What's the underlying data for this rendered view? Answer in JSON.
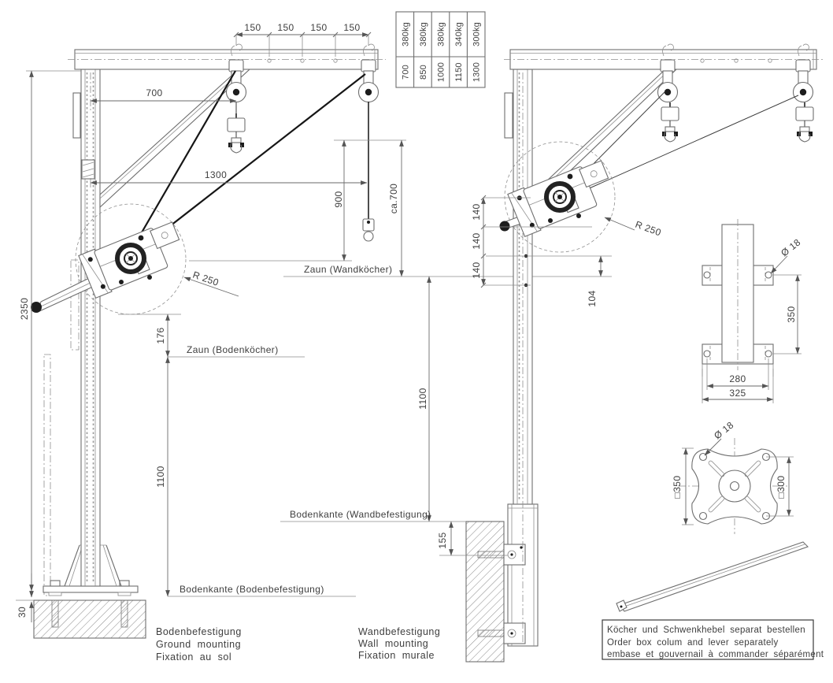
{
  "drawing": {
    "load_table": {
      "columns": [
        {
          "reach": "700",
          "capacity": "380kg"
        },
        {
          "reach": "850",
          "capacity": "380kg"
        },
        {
          "reach": "1000",
          "capacity": "380kg"
        },
        {
          "reach": "1150",
          "capacity": "340kg"
        },
        {
          "reach": "1300",
          "capacity": "300kg"
        }
      ]
    },
    "left_view": {
      "dims": {
        "s150": [
          "150",
          "150",
          "150",
          "150"
        ],
        "d700": "700",
        "d1300": "1300",
        "d900": "900",
        "ca700": "ca.700",
        "d2350": "2350",
        "d176": "176",
        "d1100": "1100",
        "d30": "30",
        "r250": "R 250"
      },
      "labels": {
        "zaun_wand": "Zaun (Wandköcher)",
        "zaun_boden": "Zaun (Bodenköcher)",
        "kante": "Bodenkante (Bodenbefestigung)",
        "caption": [
          "Bodenbefestigung",
          "Ground mounting",
          "Fixation au sol"
        ]
      }
    },
    "right_view": {
      "dims": {
        "d140": [
          "140",
          "140",
          "140"
        ],
        "d104": "104",
        "d1100": "1100",
        "d155": "155",
        "r250": "R 250"
      },
      "labels": {
        "kante": "Bodenkante (Wandbefestigung)",
        "caption": [
          "Wandbefestigung",
          "Wall mounting",
          "Fixation murale"
        ]
      }
    },
    "socket_detail": {
      "dia": "Ø 18",
      "h350": "350",
      "w280": "280",
      "w325": "325"
    },
    "plate_detail": {
      "dia": "Ø 18",
      "sq350": "□350",
      "sq300": "□300"
    },
    "note_box": {
      "lines": [
        "Köcher und Schwenkhebel separat bestellen",
        "Order box colum and lever separately",
        "embase et gouvernail à commander séparément"
      ]
    }
  }
}
